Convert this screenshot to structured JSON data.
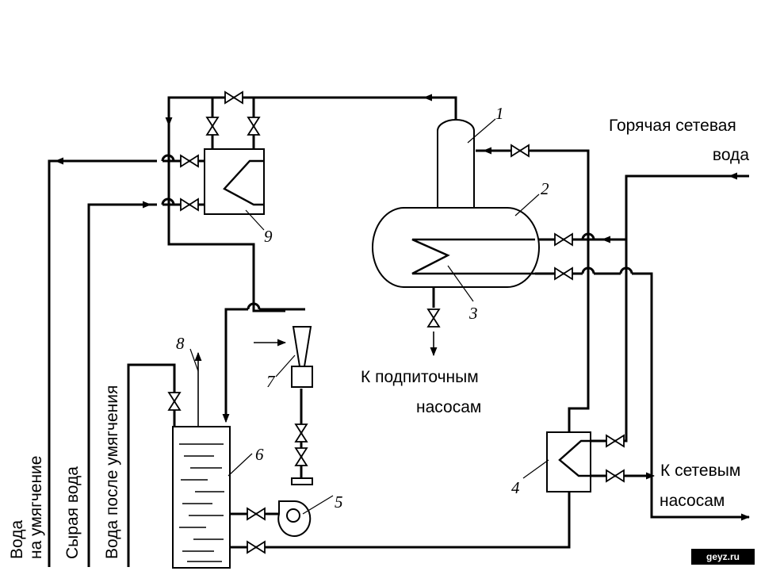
{
  "labels": {
    "hot_water_line1": "Горячая сетевая",
    "hot_water_line2": "вода",
    "makeup_pumps_line1": "К подпиточным",
    "makeup_pumps_line2": "насосам",
    "network_pumps_line1": "К сетевым",
    "network_pumps_line2": "насосам",
    "water_to_softening_line1": "Вода",
    "water_to_softening_line2": "на умягчение",
    "raw_water": "Сырая вода",
    "softened_water": "Вода после умягчения"
  },
  "numbers": {
    "n1": "1",
    "n2": "2",
    "n3": "3",
    "n4": "4",
    "n5": "5",
    "n6": "6",
    "n7": "7",
    "n8": "8",
    "n9": "9"
  },
  "watermark": "geyz.ru"
}
